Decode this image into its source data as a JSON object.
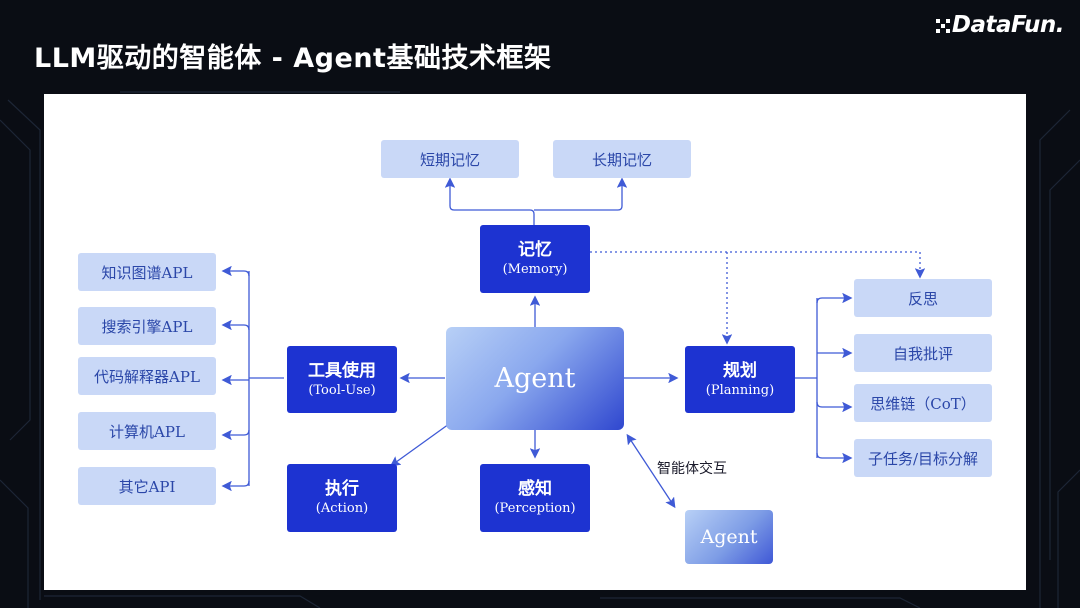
{
  "slide": {
    "title": "LLM驱动的智能体 - Agent基础技术框架",
    "logo": "DataFun."
  },
  "diagram": {
    "center": "Agent",
    "memory": {
      "cn": "记忆",
      "en": "(Memory)"
    },
    "short_memory": "短期记忆",
    "long_memory": "长期记忆",
    "tool_use": {
      "cn": "工具使用",
      "en": "(Tool-Use)"
    },
    "planning": {
      "cn": "规划",
      "en": "(Planning)"
    },
    "action": {
      "cn": "执行",
      "en": "(Action)"
    },
    "perception": {
      "cn": "感知",
      "en": "(Perception)"
    },
    "tools": [
      "知识图谱APL",
      "搜索引擎APL",
      "代码解释器APL",
      "计算机APL",
      "其它API"
    ],
    "planning_items": [
      "反思",
      "自我批评",
      "思维链（CoT）",
      "子任务/目标分解"
    ],
    "interaction_label": "智能体交互",
    "agent_peer": "Agent"
  },
  "colors": {
    "dark_box": "#1d33d1",
    "light_box": "#c9d8f7",
    "line": "#3f5ad6"
  }
}
